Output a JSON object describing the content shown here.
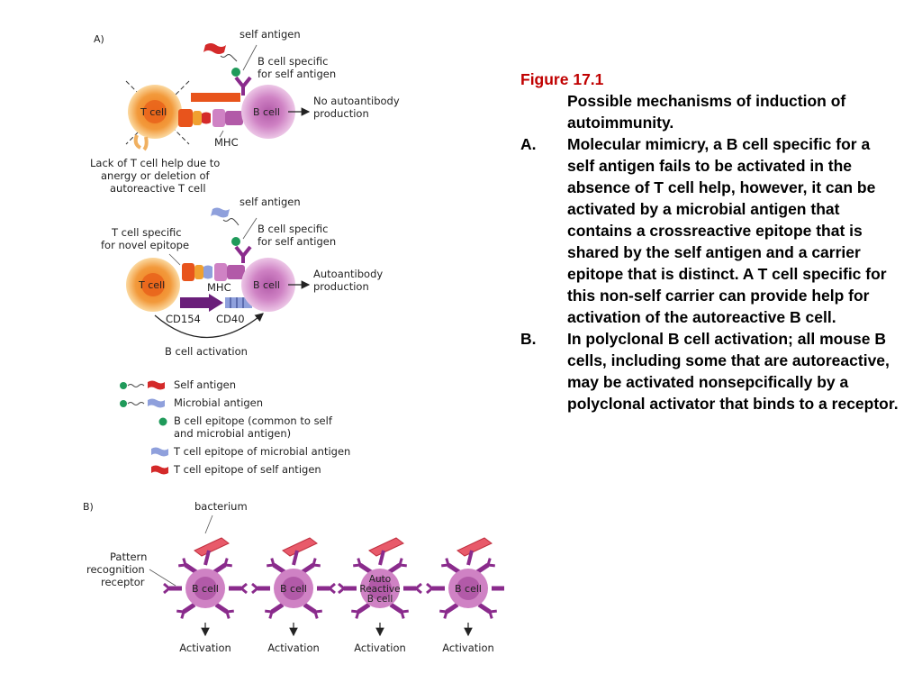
{
  "caption": {
    "figure_label": "Figure 17.1",
    "title": "Possible mechanisms of induction of autoimmunity.",
    "items": [
      {
        "marker": "A.",
        "text": "Molecular mimicry, a B cell specific for a self antigen fails to be activated in the absence of T cell help, however, it can be activated by a microbial antigen that contains a crossreactive epitope that is shared by the self antigen and a carrier epitope that is distinct. A T cell specific for this non-self carrier can provide help for activation of the autoreactive B cell."
      },
      {
        "marker": "B.",
        "text": "In polyclonal B cell activation; all mouse B cells, including some that are autoreactive, may be activated nonsepcifically by a polyclonal activator that binds to a receptor."
      }
    ]
  },
  "panel_a": {
    "label": "A)",
    "top": {
      "self_antigen": "self antigen",
      "b_cell_specific_1": "B cell specific",
      "b_cell_specific_2": "for self antigen",
      "t_cell": "T cell",
      "b_cell": "B cell",
      "result_1": "No autoantibody",
      "result_2": "production",
      "mhc": "MHC",
      "note_1": "Lack of T cell help due to",
      "note_2": "anergy or deletion of",
      "note_3": "autoreactive T cell"
    },
    "bottom": {
      "self_antigen": "self antigen",
      "t_cell_specific_1": "T cell specific",
      "t_cell_specific_2": "for novel epitope",
      "b_cell_specific_1": "B cell specific",
      "b_cell_specific_2": "for self antigen",
      "t_cell": "T cell",
      "b_cell": "B cell",
      "mhc": "MHC",
      "result_1": "Autoantibody",
      "result_2": "production",
      "cd154": "CD154",
      "cd40": "CD40",
      "activation": "B cell activation"
    },
    "legend": [
      {
        "text": "Self antigen"
      },
      {
        "text": "Microbial antigen"
      },
      {
        "text": "B cell epitope (common to self"
      },
      {
        "text": "and microbial antigen)"
      },
      {
        "text": "T cell epitope of microbial antigen"
      },
      {
        "text": "T cell epitope of self antigen"
      }
    ]
  },
  "panel_b": {
    "label": "B)",
    "bacterium": "bacterium",
    "prr_1": "Pattern",
    "prr_2": "recognition",
    "prr_3": "receptor",
    "cells": [
      {
        "lines": [
          "B cell"
        ],
        "activation": "Activation"
      },
      {
        "lines": [
          "B cell"
        ],
        "activation": "Activation"
      },
      {
        "lines": [
          "Auto",
          "Reactive",
          "B cell"
        ],
        "activation": "Activation"
      },
      {
        "lines": [
          "B cell"
        ],
        "activation": "Activation"
      }
    ]
  },
  "colors": {
    "t_cell": "#f07a1a",
    "b_cell": "#cf82c4",
    "receptor": "#8a2b8c",
    "self_epitope": "#d42a2a",
    "microbial_epitope": "#8fa0dc",
    "b_epitope": "#1f9a5a",
    "caption_title": "#c00000"
  }
}
